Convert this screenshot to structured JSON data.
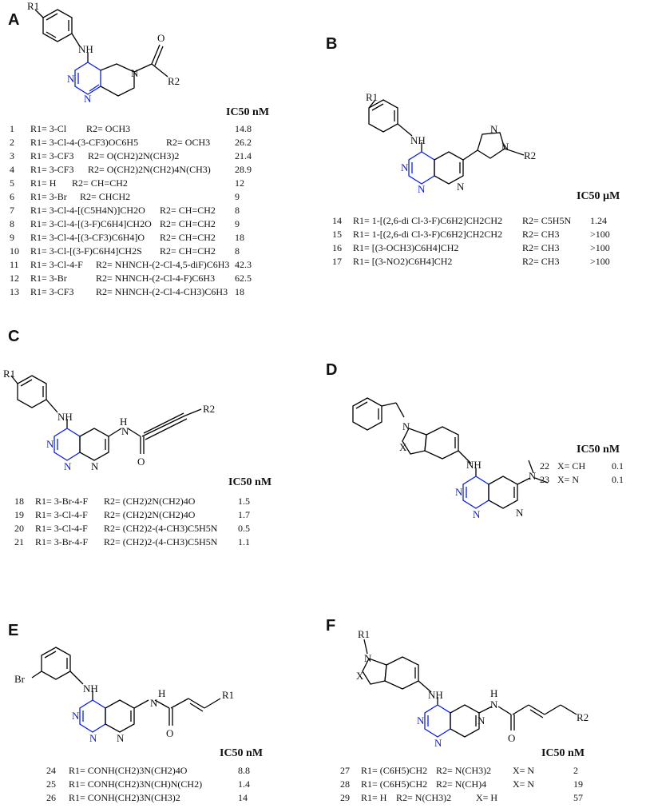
{
  "panels": [
    {
      "letter": "A",
      "ic_header": "IC50 nM",
      "labels": {
        "r1": "R1",
        "nh": "NH",
        "o": "O",
        "r2": "R2",
        "n": "N"
      },
      "rows": [
        {
          "id": "1",
          "r1": "R1= 3-Cl",
          "r2": "R2= OCH3",
          "ic": "14.8"
        },
        {
          "id": "2",
          "r1": "R1= 3-Cl-4-(3-CF3)OC6H5",
          "r2": "R2= OCH3",
          "ic": "26.2"
        },
        {
          "id": "3",
          "r1": "R1= 3-CF3",
          "r2": "R2= O(CH2)2N(CH3)2",
          "ic": "21.4"
        },
        {
          "id": "4",
          "r1": "R1= 3-CF3",
          "r2": "R2= O(CH2)2N(CH2)4N(CH3)",
          "ic": "28.9"
        },
        {
          "id": "5",
          "r1": "R1= H",
          "r2": "R2= CH=CH2",
          "ic": "12"
        },
        {
          "id": "6",
          "r1": "R1= 3-Br",
          "r2": "R2= CHCH2",
          "ic": "9"
        },
        {
          "id": "7",
          "r1": "R1= 3-Cl-4-[(C5H4N)]CH2O",
          "r2": "R2= CH=CH2",
          "ic": "8"
        },
        {
          "id": "8",
          "r1": "R1= 3-Cl-4-[(3-F)C6H4]CH2O",
          "r2": "R2= CH=CH2",
          "ic": "9"
        },
        {
          "id": "9",
          "r1": "R1= 3-Cl-4-[(3-CF3)C6H4]O",
          "r2": "R2= CH=CH2",
          "ic": "18"
        },
        {
          "id": "10",
          "r1": "R1= 3-Cl-[(3-F)C6H4]CH2S",
          "r2": "R2= CH=CH2",
          "ic": "8"
        },
        {
          "id": "11",
          "r1": "R1= 3-Cl-4-F",
          "r2": "R2= NHNCH-(2-Cl-4,5-diF)C6H3",
          "ic": "42.3"
        },
        {
          "id": "12",
          "r1": "R1= 3-Br",
          "r2": "R2= NHNCH-(2-Cl-4-F)C6H3",
          "ic": "62.5"
        },
        {
          "id": "13",
          "r1": "R1= 3-CF3",
          "r2": "R2= NHNCH-(2-Cl-4-CH3)C6H3",
          "ic": "18"
        }
      ]
    },
    {
      "letter": "B",
      "ic_header": "IC50 µM",
      "labels": {
        "r1": "R1",
        "nh": "NH",
        "r2": "R2",
        "n": "N"
      },
      "rows": [
        {
          "id": "14",
          "r1": "R1= 1-[(2,6-di Cl-3-F)C6H2]CH2CH2",
          "r2": "R2= C5H5N",
          "ic": "1.24"
        },
        {
          "id": "15",
          "r1": "R1= 1-[(2,6-di Cl-3-F)C6H2]CH2CH2",
          "r2": "R2= CH3",
          "ic": ">100"
        },
        {
          "id": "16",
          "r1": "R1= [(3-OCH3)C6H4]CH2",
          "r2": "R2= CH3",
          "ic": ">100"
        },
        {
          "id": "17",
          "r1": "R1= [(3-NO2)C6H4]CH2",
          "r2": "R2= CH3",
          "ic": ">100"
        }
      ]
    },
    {
      "letter": "C",
      "ic_header": "IC50 nM",
      "labels": {
        "r1": "R1",
        "nh": "NH",
        "h": "H",
        "o": "O",
        "r2": "R2",
        "n": "N"
      },
      "rows": [
        {
          "id": "18",
          "r1": "R1= 3-Br-4-F",
          "r2": "R2= (CH2)2N(CH2)4O",
          "ic": "1.5"
        },
        {
          "id": "19",
          "r1": "R1= 3-Cl-4-F",
          "r2": "R2= (CH2)2N(CH2)4O",
          "ic": "1.7"
        },
        {
          "id": "20",
          "r1": "R1= 3-Cl-4-F",
          "r2": "R2= (CH2)2-(4-CH3)C5H5N",
          "ic": "0.5"
        },
        {
          "id": "21",
          "r1": "R1= 3-Br-4-F",
          "r2": "R2= (CH2)2-(4-CH3)C5H5N",
          "ic": "1.1"
        }
      ]
    },
    {
      "letter": "D",
      "ic_header": "IC50 nM",
      "labels": {
        "x": "X",
        "nh": "NH",
        "n": "N"
      },
      "rows": [
        {
          "id": "22",
          "r1": "X= CH",
          "r2": "",
          "ic": "0.1"
        },
        {
          "id": "23",
          "r1": "X= N",
          "r2": "",
          "ic": "0.1"
        }
      ]
    },
    {
      "letter": "E",
      "ic_header": "IC50 nM",
      "labels": {
        "br": "Br",
        "nh": "NH",
        "h": "H",
        "o": "O",
        "r1": "R1",
        "n": "N"
      },
      "rows": [
        {
          "id": "24",
          "r1": "R1= CONH(CH2)3N(CH2)4O",
          "r2": "",
          "ic": "8.8"
        },
        {
          "id": "25",
          "r1": "R1= CONH(CH2)3N(CH)N(CH2)",
          "r2": "",
          "ic": "1.4"
        },
        {
          "id": "26",
          "r1": "R1= CONH(CH2)3N(CH3)2",
          "r2": "",
          "ic": "14"
        }
      ]
    },
    {
      "letter": "F",
      "ic_header": "IC50 nM",
      "labels": {
        "r1": "R1",
        "x": "X",
        "nh": "NH",
        "h": "H",
        "o": "O",
        "r2": "R2",
        "n": "N"
      },
      "rows": [
        {
          "id": "27",
          "r1": "R1= (C6H5)CH2",
          "r2": "R2= N(CH3)2",
          "x": "X= N",
          "ic": "2"
        },
        {
          "id": "28",
          "r1": "R1= (C6H5)CH2",
          "r2": "R2= N(CH)4",
          "x": "X= N",
          "ic": "19"
        },
        {
          "id": "29",
          "r1": "R1= H",
          "r2": "R2= N(CH3)2",
          "x": "X= H",
          "ic": "57"
        }
      ]
    }
  ]
}
